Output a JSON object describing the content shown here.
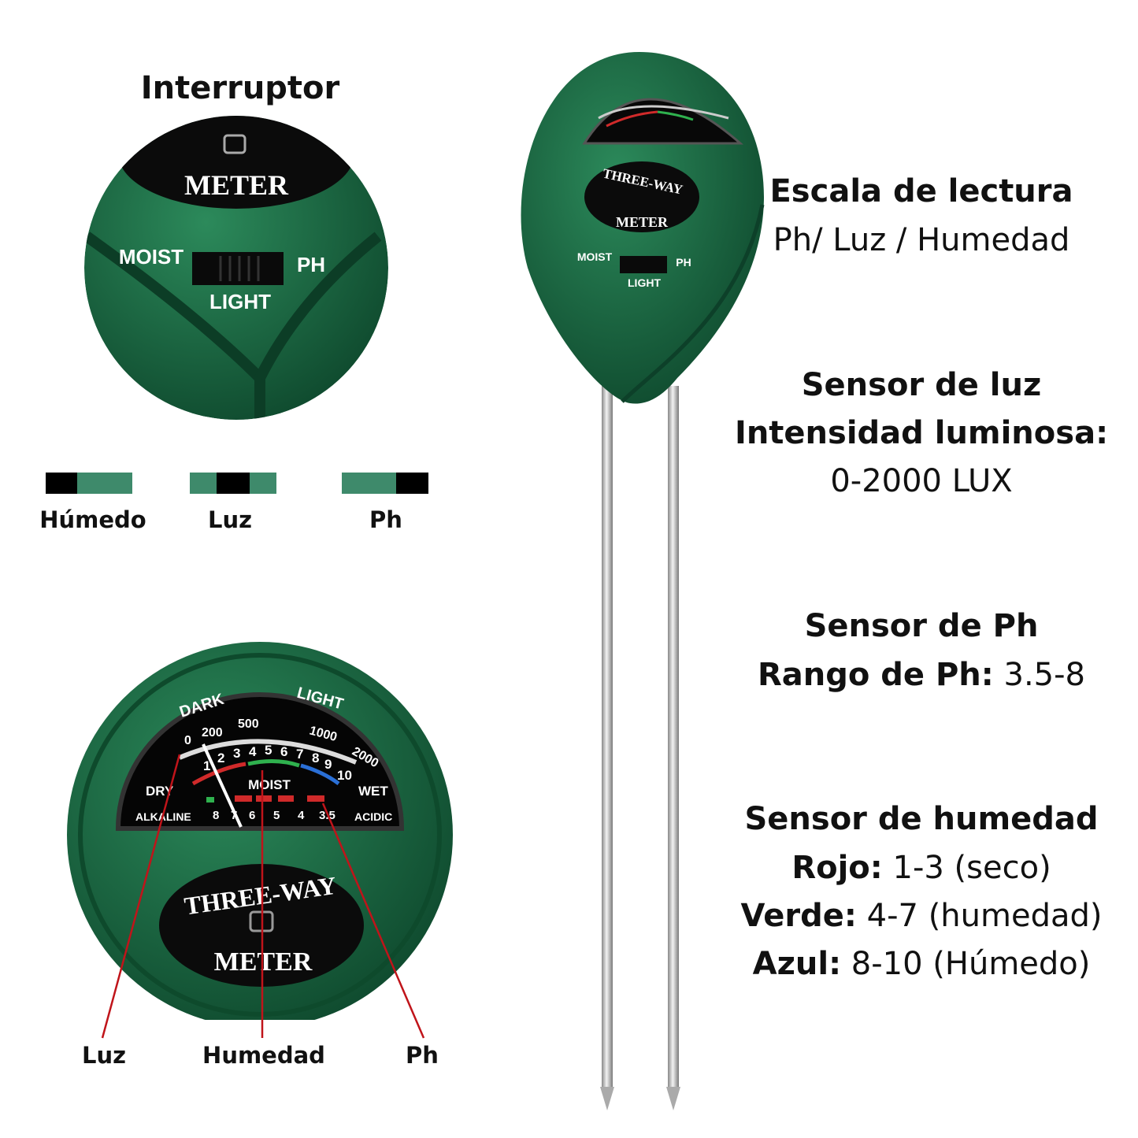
{
  "switch_section": {
    "title": "Interruptor",
    "closeup": {
      "brand_bottom": "METER",
      "left": "MOIST",
      "right": "PH",
      "bottom": "LIGHT"
    },
    "positions": [
      {
        "label": "Húmedo",
        "pattern": "left"
      },
      {
        "label": "Luz",
        "pattern": "center"
      },
      {
        "label": "Ph",
        "pattern": "right"
      }
    ]
  },
  "dial_section": {
    "dial": {
      "dark": "DARK",
      "light": "LIGHT",
      "lux_ticks": [
        "0",
        "200",
        "500",
        "1000",
        "2000"
      ],
      "moist_ticks": [
        "1",
        "2",
        "3",
        "4",
        "5",
        "6",
        "7",
        "8",
        "9",
        "10"
      ],
      "moist": "MOIST",
      "dry": "DRY",
      "wet": "WET",
      "ph_ticks": [
        "8",
        "7",
        "6",
        "5",
        "4",
        "3.5"
      ],
      "alkaline": "ALKALINE",
      "acidic": "ACIDIC",
      "brand_top": "THREE-WAY",
      "brand_bottom": "METER"
    },
    "pointers": [
      {
        "label": "Luz"
      },
      {
        "label": "Humedad"
      },
      {
        "label": "Ph"
      }
    ]
  },
  "device": {
    "brand_top": "THREE-WAY",
    "brand_bottom": "METER",
    "switch_left": "MOIST",
    "switch_right": "PH",
    "switch_bottom": "LIGHT"
  },
  "specs": {
    "scale": {
      "title": "Escala de lectura",
      "value": "Ph/ Luz / Humedad"
    },
    "light": {
      "title": "Sensor de luz",
      "subtitle": "Intensidad luminosa:",
      "value": "0-2000 LUX"
    },
    "ph": {
      "title": "Sensor de Ph",
      "range_label": "Rango de Ph:",
      "range_value": "3.5-8"
    },
    "humidity": {
      "title": "Sensor de humedad",
      "rows": [
        {
          "label": "Rojo:",
          "value": "1-3 (seco)"
        },
        {
          "label": "Verde:",
          "value": "4-7 (humedad)"
        },
        {
          "label": "Azul:",
          "value": "8-10 (Húmedo)"
        }
      ]
    }
  },
  "colors": {
    "green": "#1f6e48",
    "switch_green": "#3e8a6b",
    "red": "#c0141a",
    "moist_red": "#d02a2a",
    "moist_green": "#2fb14e",
    "moist_blue": "#2a6fd6"
  }
}
